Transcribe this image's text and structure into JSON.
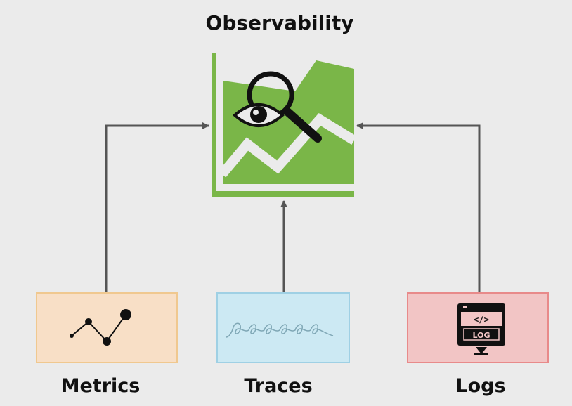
{
  "diagram": {
    "title": "Observability",
    "sources": [
      {
        "id": "metrics",
        "label": "Metrics",
        "icon": "line-chart-icon"
      },
      {
        "id": "traces",
        "label": "Traces",
        "icon": "trace-loops-icon"
      },
      {
        "id": "logs",
        "label": "Logs",
        "icon": "log-monitor-icon"
      }
    ],
    "center_icon": "observability-chart-magnifier-icon",
    "logs_icon_text": "LOG",
    "logs_code_text": "</>",
    "colors": {
      "green": "#7ab648",
      "arrow": "#555555",
      "metrics_fill": "#f8dfc6",
      "traces_fill": "#cce9f3",
      "logs_fill": "#f2c5c5"
    }
  }
}
